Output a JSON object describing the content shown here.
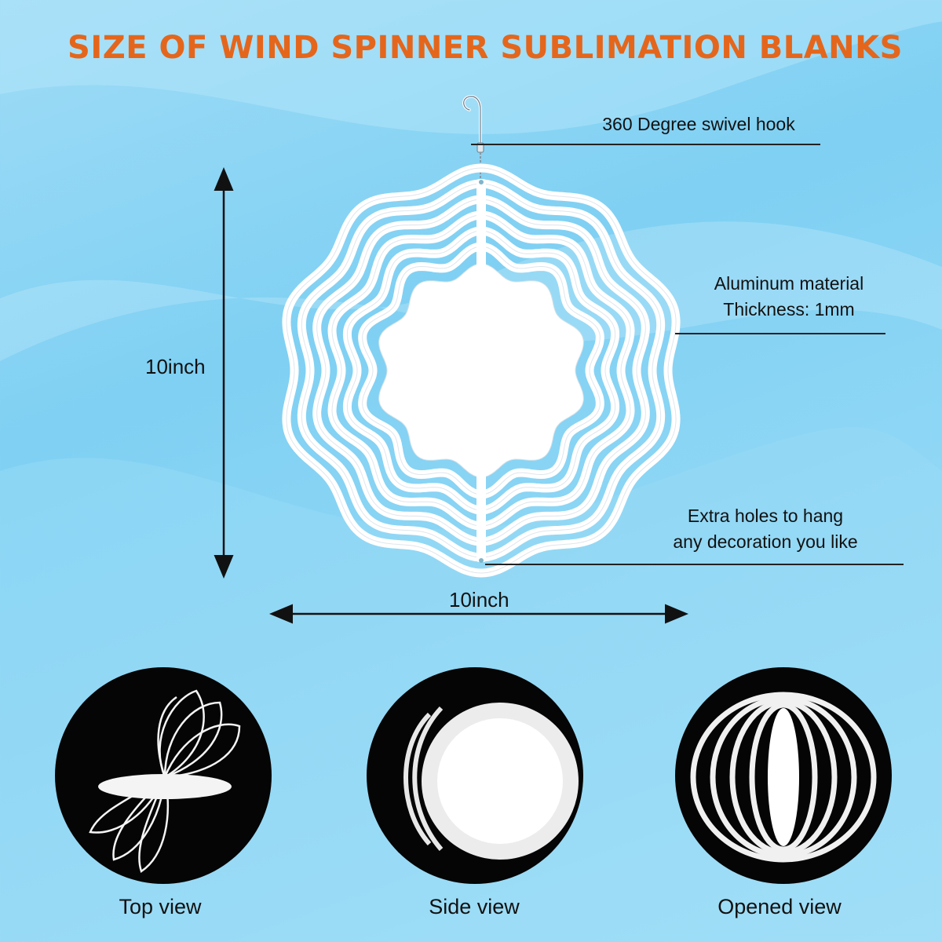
{
  "title": "SIZE OF WIND SPINNER SUBLIMATION BLANKS",
  "callouts": {
    "hook": "360 Degree swivel hook",
    "material": [
      "Aluminum material",
      "Thickness: 1mm"
    ],
    "holes": [
      "Extra holes to hang",
      "any decoration you like"
    ]
  },
  "dimensions": {
    "height": "10inch",
    "width": "10inch"
  },
  "views": [
    {
      "caption": "Top view"
    },
    {
      "caption": "Side view"
    },
    {
      "caption": "Opened view"
    }
  ],
  "colors": {
    "title": "#e4661c",
    "background": "#8ed6f5",
    "spinner": "#ffffff",
    "view_bg": "#050505"
  }
}
